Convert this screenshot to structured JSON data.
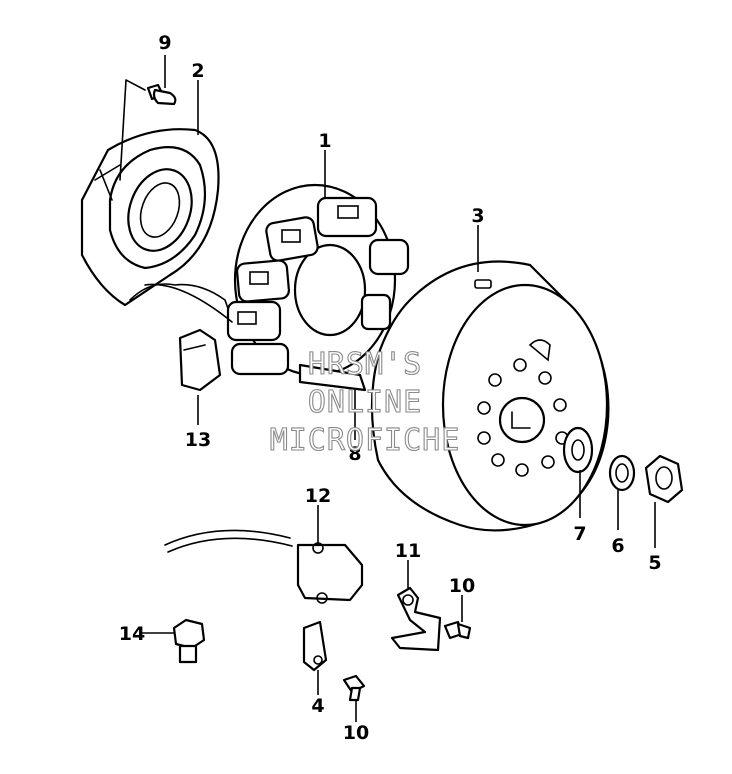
{
  "watermark": [
    "HRSM'S",
    "ONLINE",
    "MICROFICHE"
  ],
  "callouts": {
    "c1": "1",
    "c2": "2",
    "c3": "3",
    "c4": "4",
    "c5": "5",
    "c6": "6",
    "c7": "7",
    "c8": "8",
    "c9": "9",
    "c10a": "10",
    "c10b": "10",
    "c11": "11",
    "c12": "12",
    "c13": "13",
    "c14": "14"
  }
}
